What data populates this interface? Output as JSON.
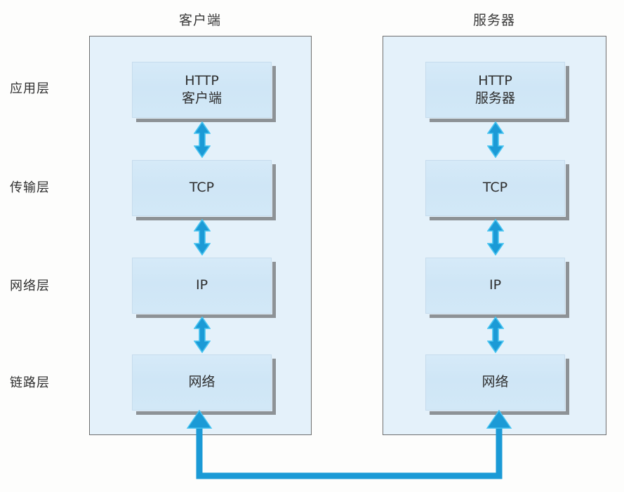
{
  "diagram": {
    "title_client": "客户端",
    "title_server": "服务器",
    "layers": [
      {
        "label": "应用层"
      },
      {
        "label": "传输层"
      },
      {
        "label": "网络层"
      },
      {
        "label": "链路层"
      }
    ],
    "client_stack": [
      {
        "line1": "HTTP",
        "line2": "客户端"
      },
      {
        "line1": "TCP",
        "line2": ""
      },
      {
        "line1": "IP",
        "line2": ""
      },
      {
        "line1": "网络",
        "line2": ""
      }
    ],
    "server_stack": [
      {
        "line1": "HTTP",
        "line2": "服务器"
      },
      {
        "line1": "TCP",
        "line2": ""
      },
      {
        "line1": "IP",
        "line2": ""
      },
      {
        "line1": "网络",
        "line2": ""
      }
    ],
    "colors": {
      "arrow_blue": "#1b9ad6",
      "arrow_blue_light": "#46c3f0",
      "host_fill": "#e4f1fa",
      "host_border": "#6f6f6f",
      "box_fill": "#d3e8f7",
      "box_shadow": "#8d9296",
      "text": "#2e2e2e"
    }
  }
}
